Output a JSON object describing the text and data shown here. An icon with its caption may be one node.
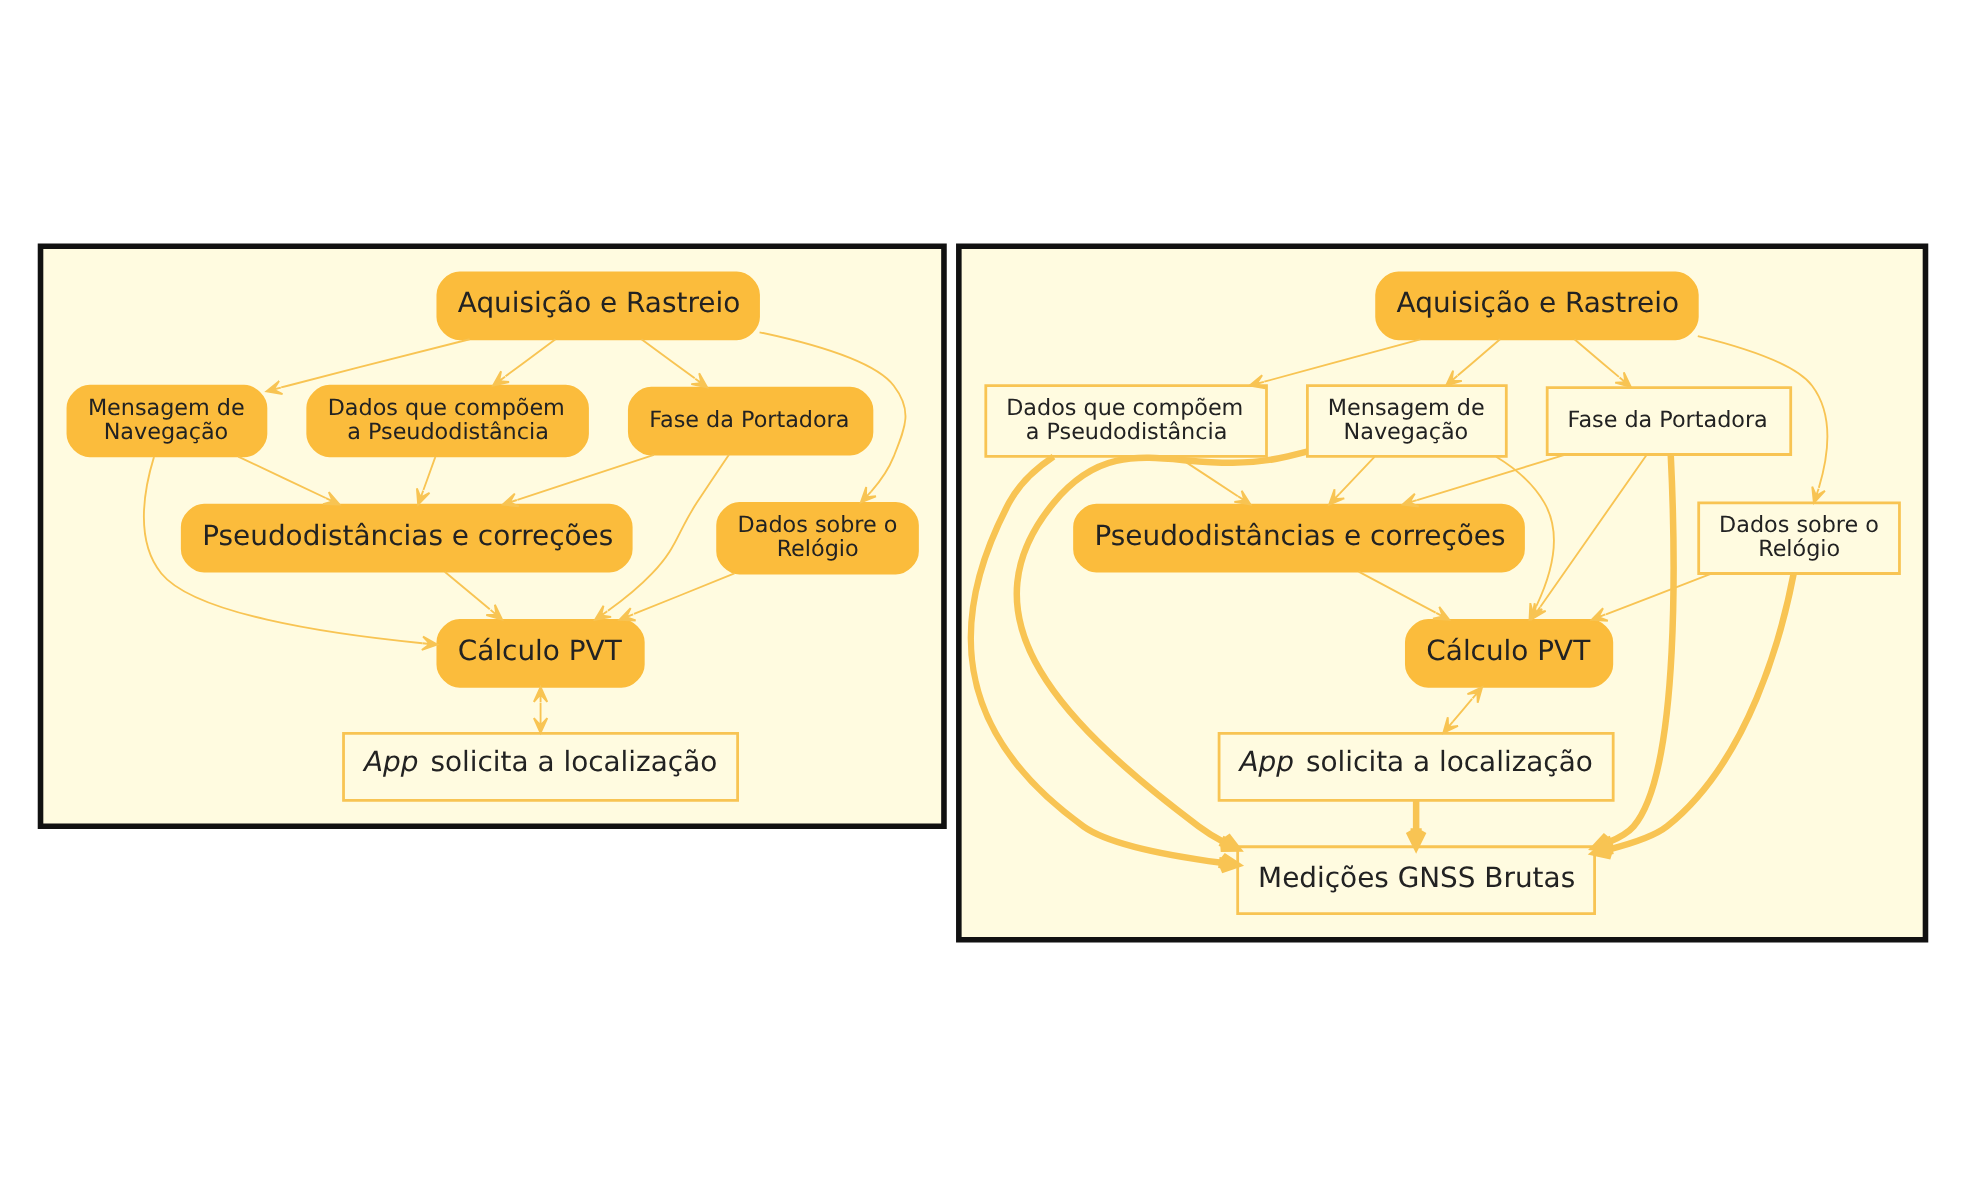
{
  "diagram": {
    "nodes": [
      {
        "text": [],
        "shape": "box"
      },
      {
        "text": [
          "Aquisição e Rastreio"
        ],
        "in": 0
      },
      {
        "text": [
          "Mensagem de Navegação"
        ],
        "in": 0
      },
      {
        "text": [
          "Dados que compõem a Pseudodistância"
        ],
        "in": 0
      },
      {
        "text": [
          "Fase da Portadora"
        ],
        "in": 0
      },
      {
        "text": [
          "Dados sobre o Relógio"
        ],
        "in": 0
      },
      {
        "text": [
          "Pseudodistâncias e correções"
        ],
        "in": 0
      },
      {
        "text": [
          "Cálculo PVT"
        ],
        "in": 0
      },
      {
        "text": [
          "*App* solicita a localização"
        ],
        "in": 0
      },
      {
        "text": [],
        "shape": "box"
      },
      {
        "text": [
          "Aquisição e Rastreio"
        ],
        "in": 9
      },
      {
        "text": [
          "Mensagem de Navegação"
        ],
        "in": 9
      },
      {
        "text": [
          "Dados que compõem a Pseudodistância"
        ],
        "in": 9
      },
      {
        "text": [
          "Fase da Portadora"
        ],
        "in": 9
      },
      {
        "text": [
          "Dados sobre o Relógio"
        ],
        "in": 9
      },
      {
        "text": [
          "Pseudodistâncias e correções"
        ],
        "in": 9
      },
      {
        "text": [
          "Cálculo PVT"
        ],
        "in": 9
      },
      {
        "text": [
          "*App* solicita a localização"
        ],
        "in": 9
      },
      {
        "text": [
          "Medições GNSS Brutas"
        ],
        "in": 9
      }
    ],
    "edges": [
      {
        "from": 1,
        "to": 2,
        "arrow": "to"
      },
      {
        "from": 1,
        "to": 3,
        "arrow": "to"
      },
      {
        "from": 1,
        "to": 4,
        "arrow": "to"
      },
      {
        "from": 1,
        "to": 5,
        "arrow": "to"
      },
      {
        "from": 2,
        "to": 6,
        "arrow": "to"
      },
      {
        "from": 2,
        "to": 7,
        "arrow": "to"
      },
      {
        "from": 3,
        "to": 6,
        "arrow": "to"
      },
      {
        "from": 4,
        "to": 6,
        "arrow": "to"
      },
      {
        "from": 4,
        "to": 7,
        "arrow": "to"
      },
      {
        "from": 5,
        "to": 7,
        "arrow": "to"
      },
      {
        "from": 6,
        "to": 7,
        "arrow": "to"
      },
      {
        "from": 7,
        "to": 8,
        "arrow": "both"
      },
      {
        "from": 10,
        "to": 11,
        "arrow": "to"
      },
      {
        "from": 10,
        "to": 12,
        "arrow": "to"
      },
      {
        "from": 10,
        "to": 13,
        "arrow": "to"
      },
      {
        "from": 10,
        "to": 14,
        "arrow": "to"
      },
      {
        "from": 11,
        "to": 15,
        "arrow": "to"
      },
      {
        "from": 11,
        "to": 16,
        "arrow": "to"
      },
      {
        "from": 12,
        "to": 15,
        "arrow": "to"
      },
      {
        "from": 13,
        "to": 15,
        "arrow": "to"
      },
      {
        "from": 13,
        "to": 16,
        "arrow": "to"
      },
      {
        "from": 14,
        "to": 16,
        "arrow": "to"
      },
      {
        "from": 15,
        "to": 16,
        "arrow": "to"
      },
      {
        "from": 16,
        "to": 17,
        "arrow": "both"
      },
      {
        "from": 11,
        "to": 18,
        "arrow": "to",
        "style": "thick"
      },
      {
        "from": 12,
        "to": 18,
        "arrow": "to",
        "style": "thick"
      },
      {
        "from": 13,
        "to": 18,
        "arrow": "to",
        "style": "thick"
      },
      {
        "from": 14,
        "to": 18,
        "arrow": "to",
        "style": "thick"
      },
      {
        "from": 17,
        "to": 18,
        "arrow": "to",
        "style": "thick"
      }
    ]
  }
}
